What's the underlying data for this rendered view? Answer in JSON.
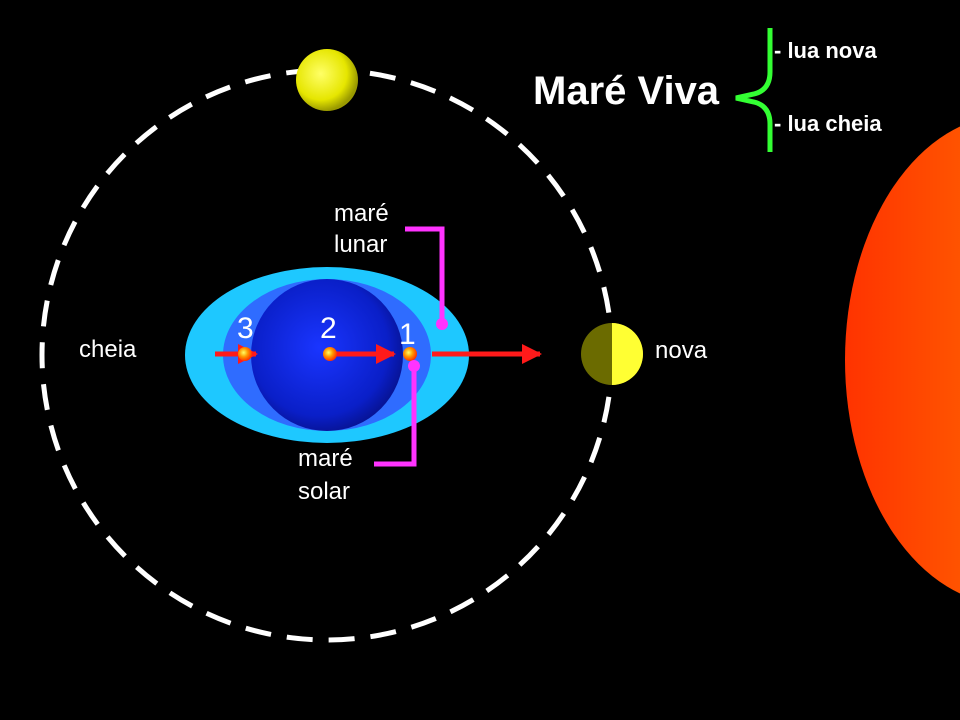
{
  "title": "Maré Viva",
  "legend": {
    "items": [
      "- lua nova",
      "- lua cheia"
    ]
  },
  "labels": {
    "full_moon": "cheia",
    "new_moon": "nova",
    "lunar_tide": [
      "maré",
      "lunar"
    ],
    "solar_tide": [
      "maré",
      "solar"
    ]
  },
  "points": [
    "3",
    "2",
    "1"
  ],
  "colors": {
    "background": "#000000",
    "sun": "#ff5500",
    "tidal_bulge_outer": "#1ec8ff",
    "tidal_bulge_inner": "#2f6cff",
    "earth": "#0a1fd0",
    "moon": "#ffff33",
    "moon_dark": "#6b6b00",
    "arrow": "#ff1a1a",
    "bracket": "#33ff33",
    "lunar_leader": "#ff33ff",
    "orbit": "#ffffff"
  }
}
